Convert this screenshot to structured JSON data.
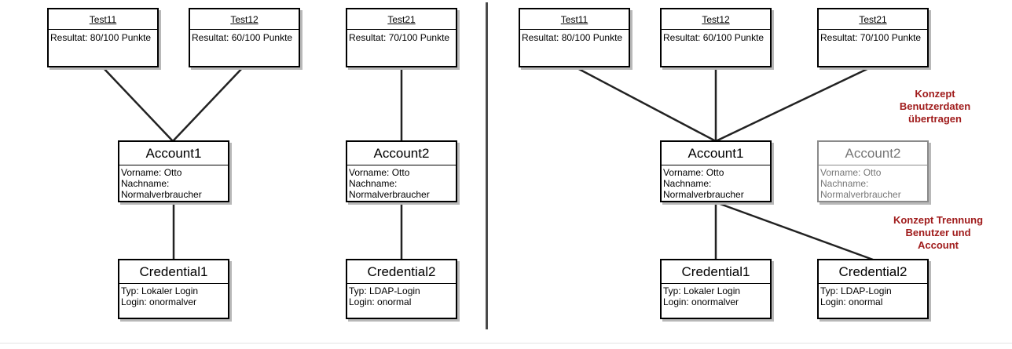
{
  "left": {
    "test11": {
      "title": "Test11",
      "result": "Resultat: 80/100 Punkte"
    },
    "test12": {
      "title": "Test12",
      "result": "Resultat: 60/100 Punkte"
    },
    "test21": {
      "title": "Test21",
      "result": "Resultat: 70/100 Punkte"
    },
    "account1": {
      "title": "Account1",
      "line1": "Vorname: Otto",
      "line2": "Nachname:",
      "line3": "Normalverbraucher"
    },
    "account2": {
      "title": "Account2",
      "line1": "Vorname: Otto",
      "line2": "Nachname:",
      "line3": "Normalverbraucher"
    },
    "credential1": {
      "title": "Credential1",
      "line1": "Typ: Lokaler Login",
      "line2": "Login: onormalver"
    },
    "credential2": {
      "title": "Credential2",
      "line1": "Typ: LDAP-Login",
      "line2": "Login: onormal"
    }
  },
  "right": {
    "test11": {
      "title": "Test11",
      "result": "Resultat: 80/100 Punkte"
    },
    "test12": {
      "title": "Test12",
      "result": "Resultat: 60/100 Punkte"
    },
    "test21": {
      "title": "Test21",
      "result": "Resultat: 70/100 Punkte"
    },
    "account1": {
      "title": "Account1",
      "line1": "Vorname: Otto",
      "line2": "Nachname:",
      "line3": "Normalverbraucher"
    },
    "account2": {
      "title": "Account2",
      "line1": "Vorname: Otto",
      "line2": "Nachname:",
      "line3": "Normalverbraucher"
    },
    "credential1": {
      "title": "Credential1",
      "line1": "Typ: Lokaler Login",
      "line2": "Login: onormalver"
    },
    "credential2": {
      "title": "Credential2",
      "line1": "Typ: LDAP-Login",
      "line2": "Login: onormal"
    }
  },
  "notes": {
    "transfer": {
      "line1": "Konzept",
      "line2": "Benutzerdaten",
      "line3": "übertragen"
    },
    "separation": {
      "line1": "Konzept Trennung",
      "line2": "Benutzer und",
      "line3": "Account"
    }
  },
  "colors": {
    "note": "#a01c1c",
    "faded": "#777777",
    "line": "#222222"
  }
}
